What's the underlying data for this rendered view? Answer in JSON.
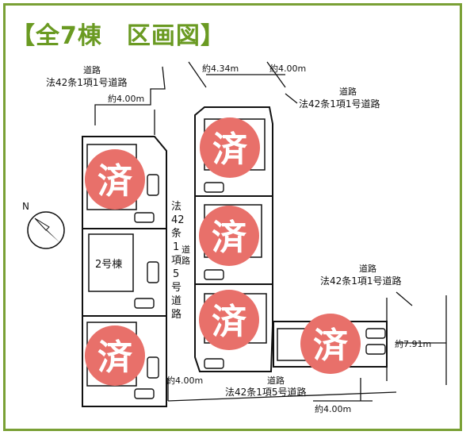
{
  "title": "【全7棟　区画図】",
  "roads": {
    "top_left": {
      "line1": "道路",
      "line2": "法42条1項1号道路",
      "width": "約4.00m"
    },
    "top_right": {
      "width_a": "約4.34m",
      "width_b": "約4.00m",
      "line1": "道路",
      "line2": "法42条1項1号道路"
    },
    "right": {
      "line1": "道路",
      "line2": "法42条1項1号道路",
      "width": "約7.91m"
    },
    "bottom": {
      "line1": "道路",
      "line2": "法42条1項5号道路",
      "width_mid": "約4.00m",
      "width_bottom": "約4.00m"
    },
    "middle": {
      "chars": [
        "法",
        "42",
        "条",
        "1",
        "項",
        "5",
        "号",
        "道",
        "路"
      ],
      "inner": [
        "道",
        "路"
      ]
    }
  },
  "lots": {
    "lot2_label": "2号棟"
  },
  "sold_mark": "済",
  "compass": {
    "north": "N"
  },
  "colors": {
    "frame": "#7aa035",
    "title": "#6a9a22",
    "sold_fill": "#e8706a"
  }
}
